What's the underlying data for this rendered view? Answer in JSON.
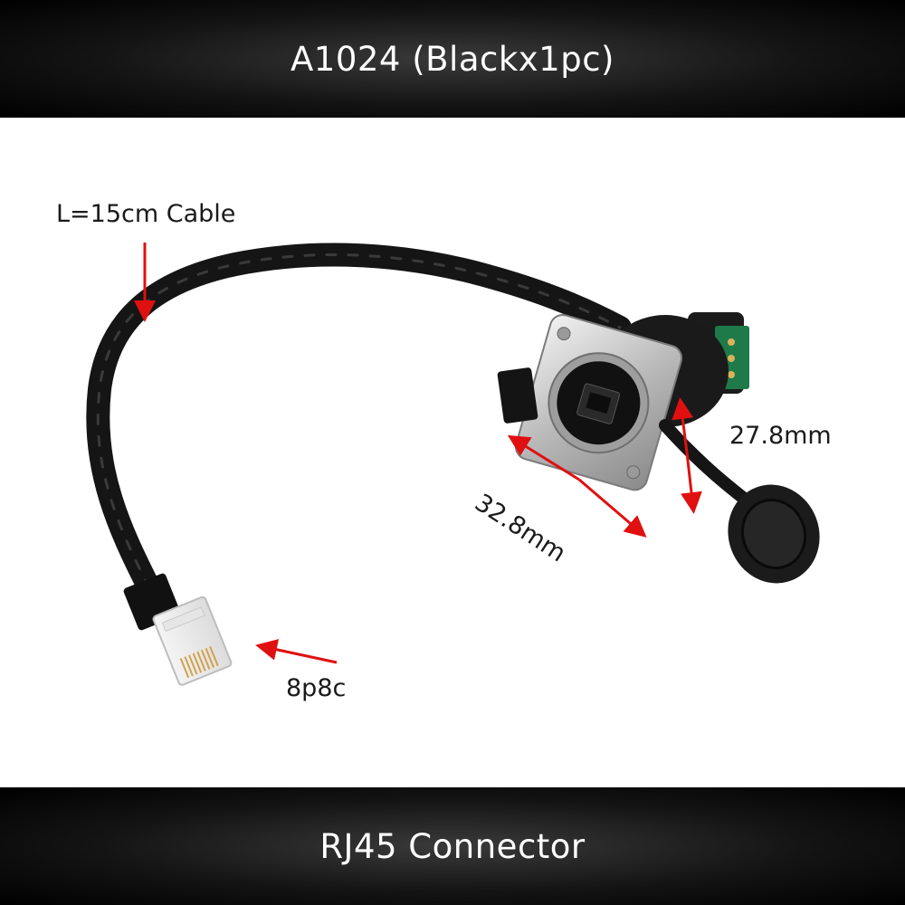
{
  "header": {
    "title": "A1024 (Blackx1pc)"
  },
  "footer": {
    "title": "RJ45 Connector"
  },
  "annotations": {
    "cable_length": "L=15cm Cable",
    "width": "32.8mm",
    "height": "27.8mm",
    "plug": "8p8c"
  },
  "colors": {
    "banner": "#000000",
    "banner_text": "#ffffff",
    "arrow": "#e01010",
    "cable": "#1a1a1a",
    "flange": "#c8c8c8"
  }
}
